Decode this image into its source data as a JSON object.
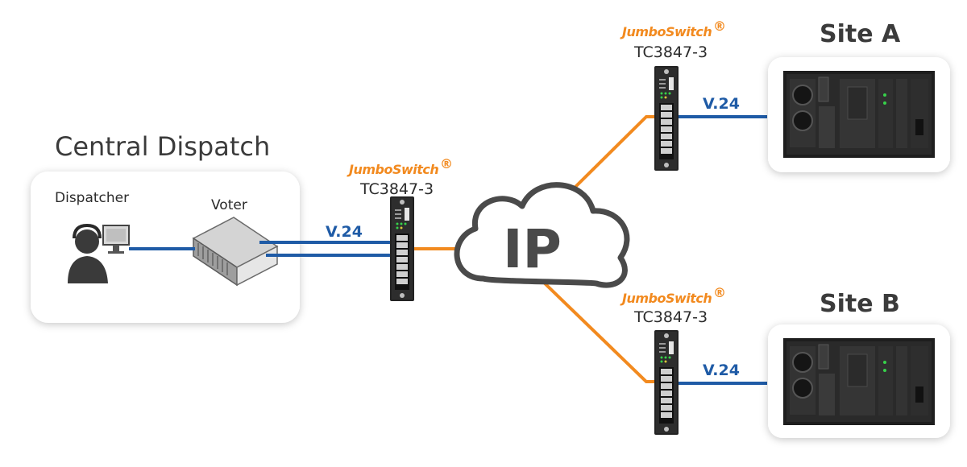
{
  "central": {
    "title": "Central Dispatch",
    "dispatcher_label": "Dispatcher",
    "voter_label": "Voter"
  },
  "switches": {
    "brand": "JumboSwitch",
    "brand_mark": "®",
    "model_center": "TC3847-3",
    "model_a": "TC3847-3",
    "model_b": "TC3847-3"
  },
  "cloud": {
    "label": "IP"
  },
  "links": {
    "v24_center": "V.24",
    "v24_a": "V.24",
    "v24_b": "V.24"
  },
  "sites": {
    "a_label": "Site A",
    "b_label": "Site B"
  },
  "colors": {
    "serial_link": "#1f5ba6",
    "ip_link": "#f28a1f",
    "brand": "#f28a1f",
    "text": "#3b3b3b"
  }
}
